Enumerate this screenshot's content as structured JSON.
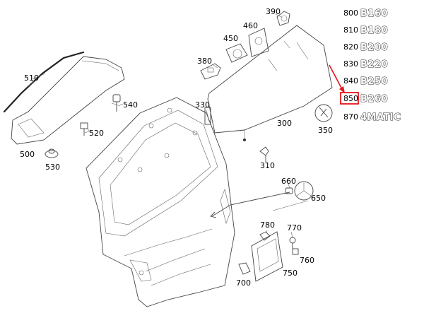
{
  "callouts": {
    "c300": "300",
    "c310": "310",
    "c330": "330",
    "c350": "350",
    "c380": "380",
    "c390": "390",
    "c450": "450",
    "c460": "460",
    "c500": "500",
    "c510": "510",
    "c520": "520",
    "c530": "530",
    "c540": "540",
    "c650": "650",
    "c660": "660",
    "c700": "700",
    "c750": "750",
    "c760": "760",
    "c770": "770",
    "c780": "780"
  },
  "badges": [
    {
      "code": "800",
      "label": "B160"
    },
    {
      "code": "810",
      "label": "B180"
    },
    {
      "code": "820",
      "label": "B200"
    },
    {
      "code": "830",
      "label": "B220"
    },
    {
      "code": "840",
      "label": "B250"
    },
    {
      "code": "850",
      "label": "B260"
    },
    {
      "code": "870",
      "label": "4MATIC"
    }
  ],
  "highlight": {
    "code": "850",
    "color": "#e8141b"
  },
  "colors": {
    "line": "#444444",
    "highlight": "#e8141b"
  }
}
